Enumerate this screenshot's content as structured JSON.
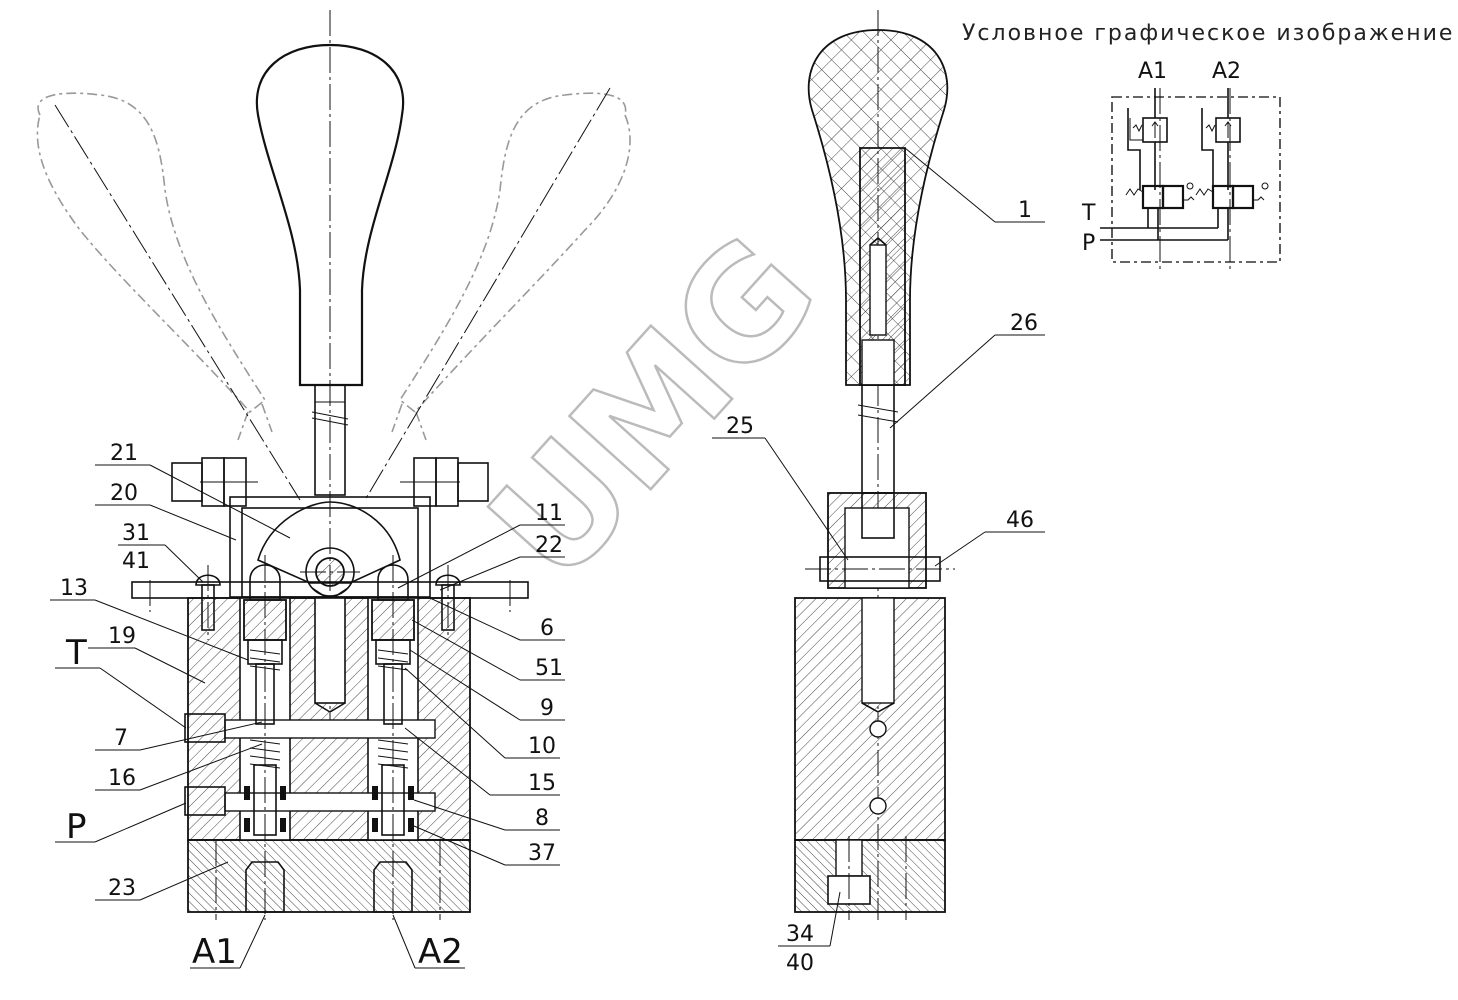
{
  "schematic": {
    "title": "Условное графическое изображение",
    "ports": [
      "A1",
      "A2",
      "T",
      "P"
    ]
  },
  "callouts": {
    "left": [
      "21",
      "20",
      "31",
      "41",
      "13",
      "19",
      "T",
      "7",
      "16",
      "P",
      "23"
    ],
    "right": [
      "11",
      "22",
      "6",
      "51",
      "9",
      "10",
      "15",
      "8",
      "37"
    ],
    "bottom": [
      "A1",
      "A2"
    ],
    "side_view": [
      "1",
      "26",
      "25",
      "46",
      "34",
      "40"
    ]
  },
  "watermark": "UMG"
}
